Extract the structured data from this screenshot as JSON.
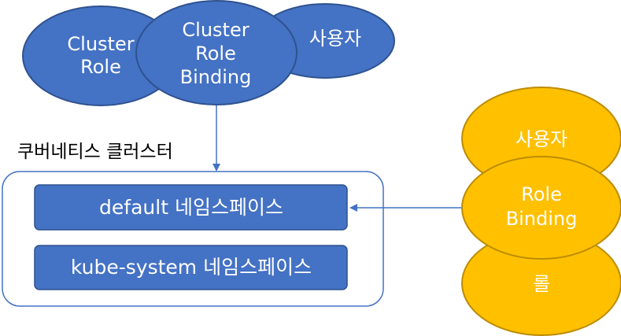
{
  "top_group": {
    "cluster_role": [
      "Cluster",
      "Role"
    ],
    "cluster_role_binding": [
      "Cluster",
      "Role",
      "Binding"
    ],
    "user": "사용자"
  },
  "cluster": {
    "label": "쿠버네티스 클러스터",
    "namespaces": [
      "default 네임스페이스",
      "kube-system 네임스페이스"
    ]
  },
  "right_group": {
    "user": "사용자",
    "role_binding": [
      "Role",
      "Binding"
    ],
    "role": "롤"
  },
  "colors": {
    "blue_fill": "#4472C4",
    "blue_stroke": "#2F528F",
    "gold_fill": "#FFC000",
    "gold_stroke": "#BC8C00",
    "arrow": "#4472C4"
  }
}
